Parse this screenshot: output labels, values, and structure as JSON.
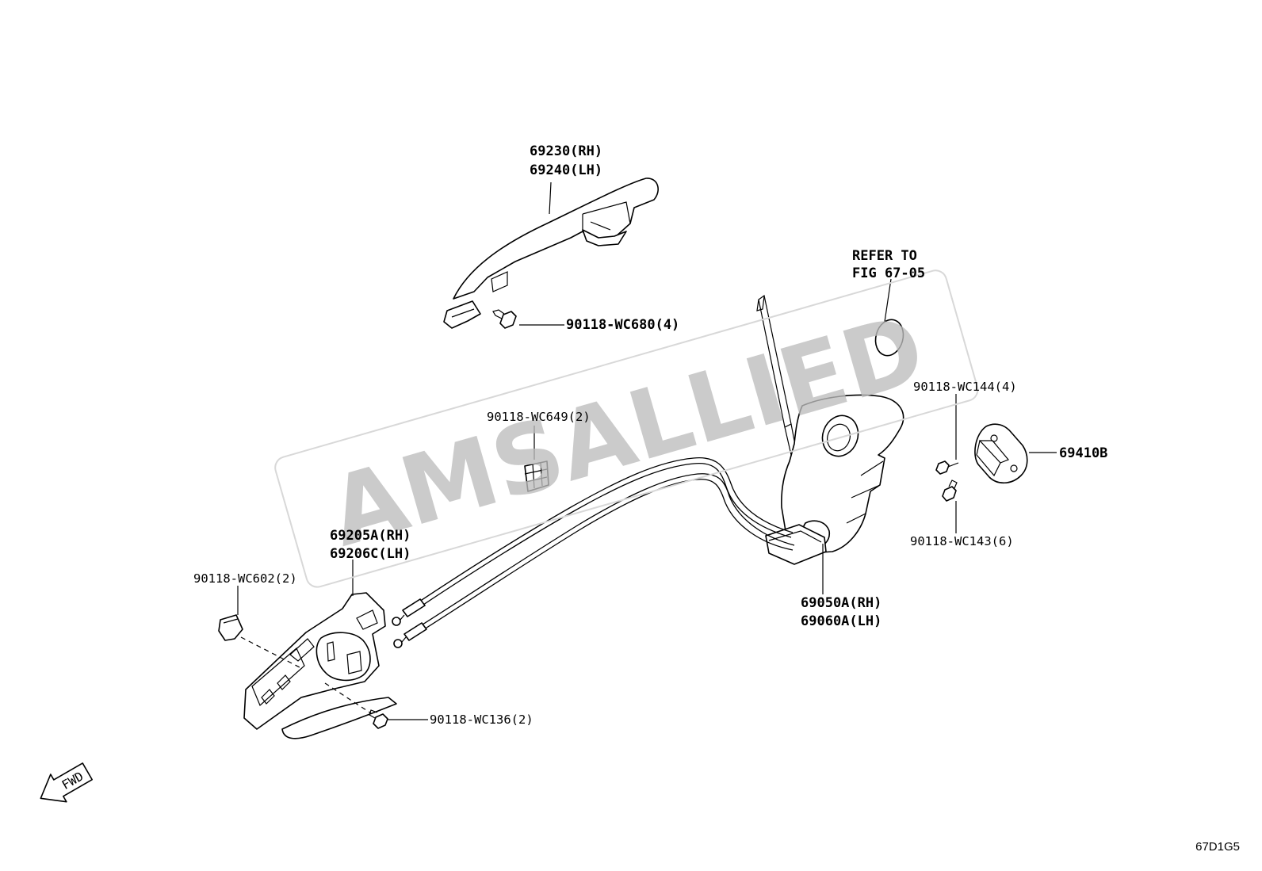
{
  "callouts": {
    "outer_handle_rh": "69230(RH)",
    "outer_handle_lh": "69240(LH)",
    "screw_wc680": "90118-WC680(4)",
    "refer_line1": "REFER TO",
    "refer_line2": "FIG 67-05",
    "screw_wc144": "90118-WC144(4)",
    "striker": "69410B",
    "screw_wc143": "90118-WC143(6)",
    "clip_wc649": "90118-WC649(2)",
    "inner_handle_rh": "69205A(RH)",
    "inner_handle_lh": "69206C(LH)",
    "screw_wc602": "90118-WC602(2)",
    "lock_rh": "69050A(RH)",
    "lock_lh": "69060A(LH)",
    "screw_wc136": "90118-WC136(2)"
  },
  "fwd_label": "FWD",
  "watermark": "AMSALLIED",
  "figure_id": "67D1G5"
}
